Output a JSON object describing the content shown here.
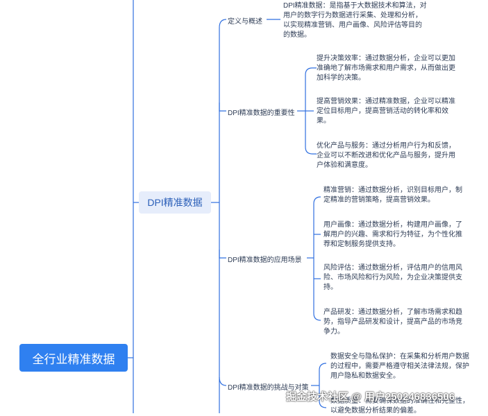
{
  "root": {
    "label": "全行业精准数据"
  },
  "level1": {
    "label": "DPI精准数据"
  },
  "branches": {
    "definition": {
      "label": "定义与概述",
      "leaves": [
        "DPI精准数据：是指基于大数据技术和算法，对用户的数字行为数据进行采集、处理和分析，以实现精准营销、用户画像、风险评估等目的的数据。"
      ]
    },
    "importance": {
      "label": "DPI精准数据的重要性",
      "leaves": [
        "提升决策效率：通过数据分析，企业可以更加准确地了解市场需求和用户需求，从而做出更加科学的决策。",
        "提高营销效果：通过精准数据，企业可以精准定位目标用户，提高营销活动的转化率和效果。",
        "优化产品与服务：通过分析用户行为和反馈，企业可以不断改进和优化产品与服务，提升用户体验和满意度。"
      ]
    },
    "applications": {
      "label": "DPI精准数据的应用场景",
      "leaves": [
        "精准营销：通过数据分析，识别目标用户，制定精准的营销策略，提高营销效果。",
        "用户画像：通过数据分析，构建用户画像，了解用户的兴趣、需求和行为特征，为个性化推荐和定制服务提供支持。",
        "风险评估：通过数据分析，评估用户的信用风险、市场风险和行为风险，为企业决策提供支持。",
        "产品研发：通过数据分析，了解市场需求和趋势，指导产品研发和设计，提高产品的市场竞争力。"
      ]
    },
    "challenges": {
      "label": "DPI精准数据的挑战与对策",
      "leaves": [
        "数据安全与隐私保护：在采集和分析用户数据的过程中，需要严格遵守相关法律法规，保护用户隐私和数据安全。",
        "数据质量：需要确保数据的准确性和完整性，以避免数据分析结果的偏差。"
      ]
    }
  },
  "watermark": "掘金技术社区 @ 用户250246836506",
  "colors": {
    "line": "#2f6fe0",
    "root_bg": "#2f80f0",
    "level1_bg": "#e6edfb"
  }
}
